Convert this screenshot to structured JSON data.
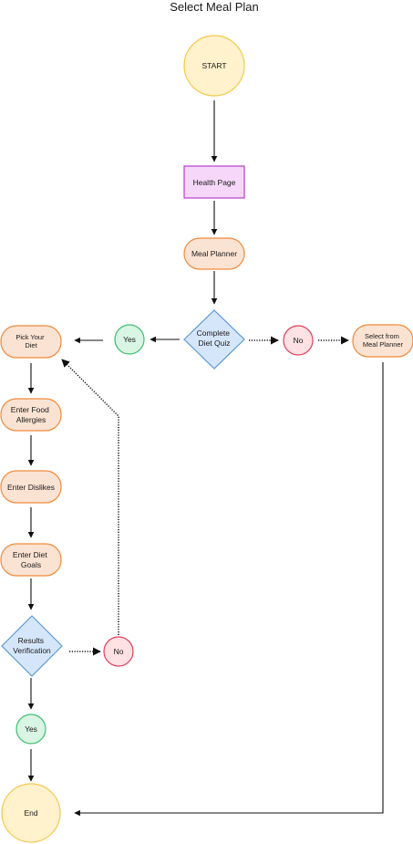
{
  "title": "Select Meal Plan",
  "nodes": {
    "start": "START",
    "health_page": "Health Page",
    "meal_planner": "Meal Planner",
    "complete_diet_quiz": [
      "Complete",
      "Diet Quiz"
    ],
    "yes_quiz": "Yes",
    "no_quiz": "No",
    "select_from_meal_planner": [
      "Select from",
      "Meal Planner"
    ],
    "pick_your_diet": [
      "Pick Your",
      "Diet"
    ],
    "enter_food_allergies": [
      "Enter Food",
      "Allergies"
    ],
    "enter_dislikes": "Enter Dislikes",
    "enter_diet_goals": [
      "Enter Diet",
      "Goals"
    ],
    "results_verification": [
      "Results",
      "Verification"
    ],
    "no_results": "No",
    "yes_results": "Yes",
    "end": "End"
  },
  "colors": {
    "start_fill": "#fff2cc",
    "start_stroke": "#f2c94c",
    "health_fill": "#f6d7f9",
    "health_stroke": "#b63fc8",
    "process_fill": "#fbe3d3",
    "process_stroke": "#ef8a3c",
    "decision_fill": "#d6e6fa",
    "decision_stroke": "#5b9bd5",
    "yes_fill": "#d9f5e3",
    "yes_stroke": "#3fbf6f",
    "no_fill": "#fde1e3",
    "no_stroke": "#e0405a"
  }
}
